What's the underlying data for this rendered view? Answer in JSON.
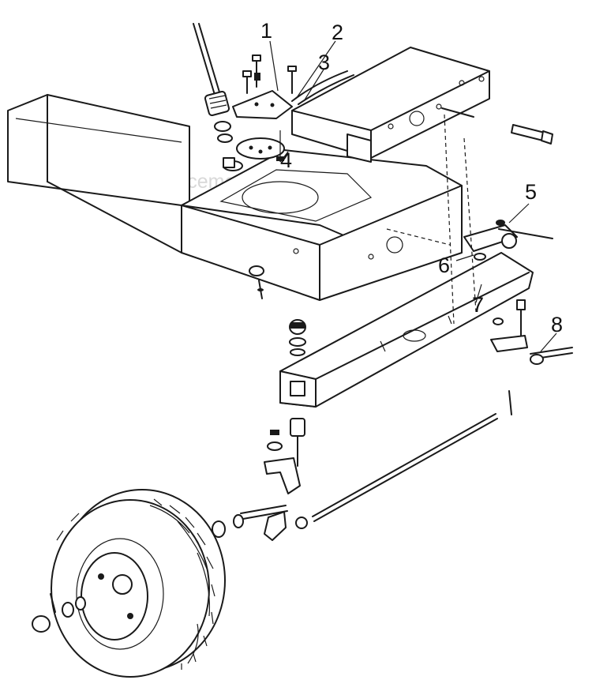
{
  "watermark": "eReplacementParts.com",
  "callouts": [
    "1",
    "2",
    "3",
    "4",
    "5",
    "6",
    "7",
    "8"
  ]
}
